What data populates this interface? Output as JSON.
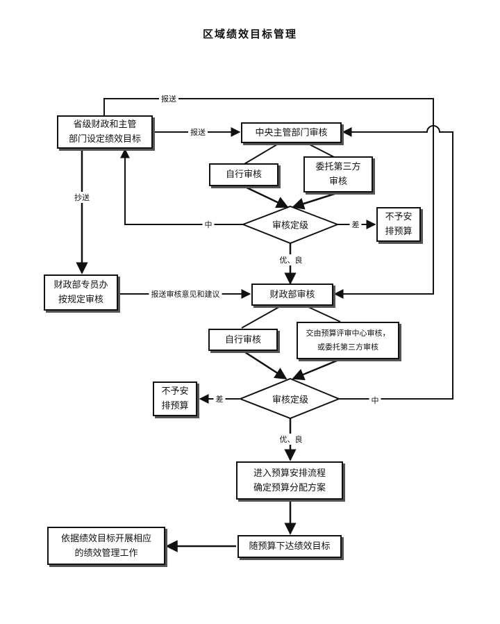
{
  "title": "区域绩效目标管理",
  "nodes": {
    "province_set": "省级财政和主管\n部门设定绩效目标",
    "central_review": "中央主管部门审核",
    "self_review_1": "自行审核",
    "third_party_1": "委托第三方\n审核",
    "grade_1": "审核定级",
    "no_budget_1": "不予安\n排预算",
    "specialist": "财政部专员办\n按规定审核",
    "mof_review": "财政部审核",
    "self_review_2": "自行审核",
    "center_review_2": "交由预算评审中心审核，\n或委托第三方审核",
    "grade_2": "审核定级",
    "no_budget_2": "不予安\n排预算",
    "budget_process": "进入预算安排流程\n确定预算分配方案",
    "issue_targets": "随预算下达绩效目标",
    "mgmt_work": "依据绩效目标开展相应\n的绩效管理工作"
  },
  "edges": {
    "submit_top": "报送",
    "submit_mid": "报送",
    "copy": "抄送",
    "mid_1": "中",
    "poor_1": "差",
    "good_1": "优、良",
    "submit_opinion": "报送审核意见和建议",
    "poor_2": "差",
    "mid_2": "中",
    "good_2": "优、良"
  }
}
